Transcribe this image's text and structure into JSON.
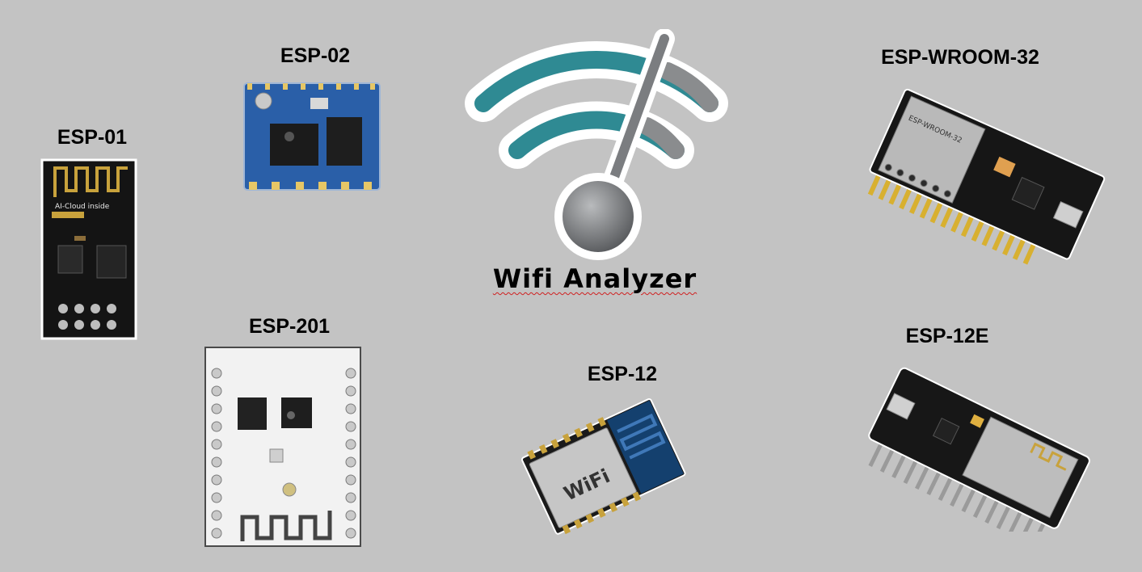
{
  "title": "Wifi Analyzer",
  "modules": [
    {
      "id": "esp01",
      "label": "ESP-01",
      "icon": "esp01-board-icon"
    },
    {
      "id": "esp02",
      "label": "ESP-02",
      "icon": "esp02-board-icon"
    },
    {
      "id": "esp201",
      "label": "ESP-201",
      "icon": "esp201-board-icon"
    },
    {
      "id": "esp12",
      "label": "ESP-12",
      "icon": "esp12-board-icon"
    },
    {
      "id": "esp12e",
      "label": "ESP-12E",
      "icon": "esp12e-board-icon"
    },
    {
      "id": "esp32",
      "label": "ESP-WROOM-32",
      "icon": "esp-wroom-32-board-icon"
    }
  ],
  "board_silkscreen": {
    "esp01": "AI-Cloud inside",
    "esp12_brand": "WiFi",
    "esp32_chip": "ESP-WROOM-32"
  },
  "colors": {
    "background": "#c3c3c3",
    "wifi_teal": "#2f8a93",
    "wifi_gray": "#8a8c8e",
    "esp02_pcb": "#2a5fa8",
    "esp201_pcb": "#f2f2f2",
    "black_pcb": "#1a1a1a",
    "gold": "#c8a23c"
  }
}
